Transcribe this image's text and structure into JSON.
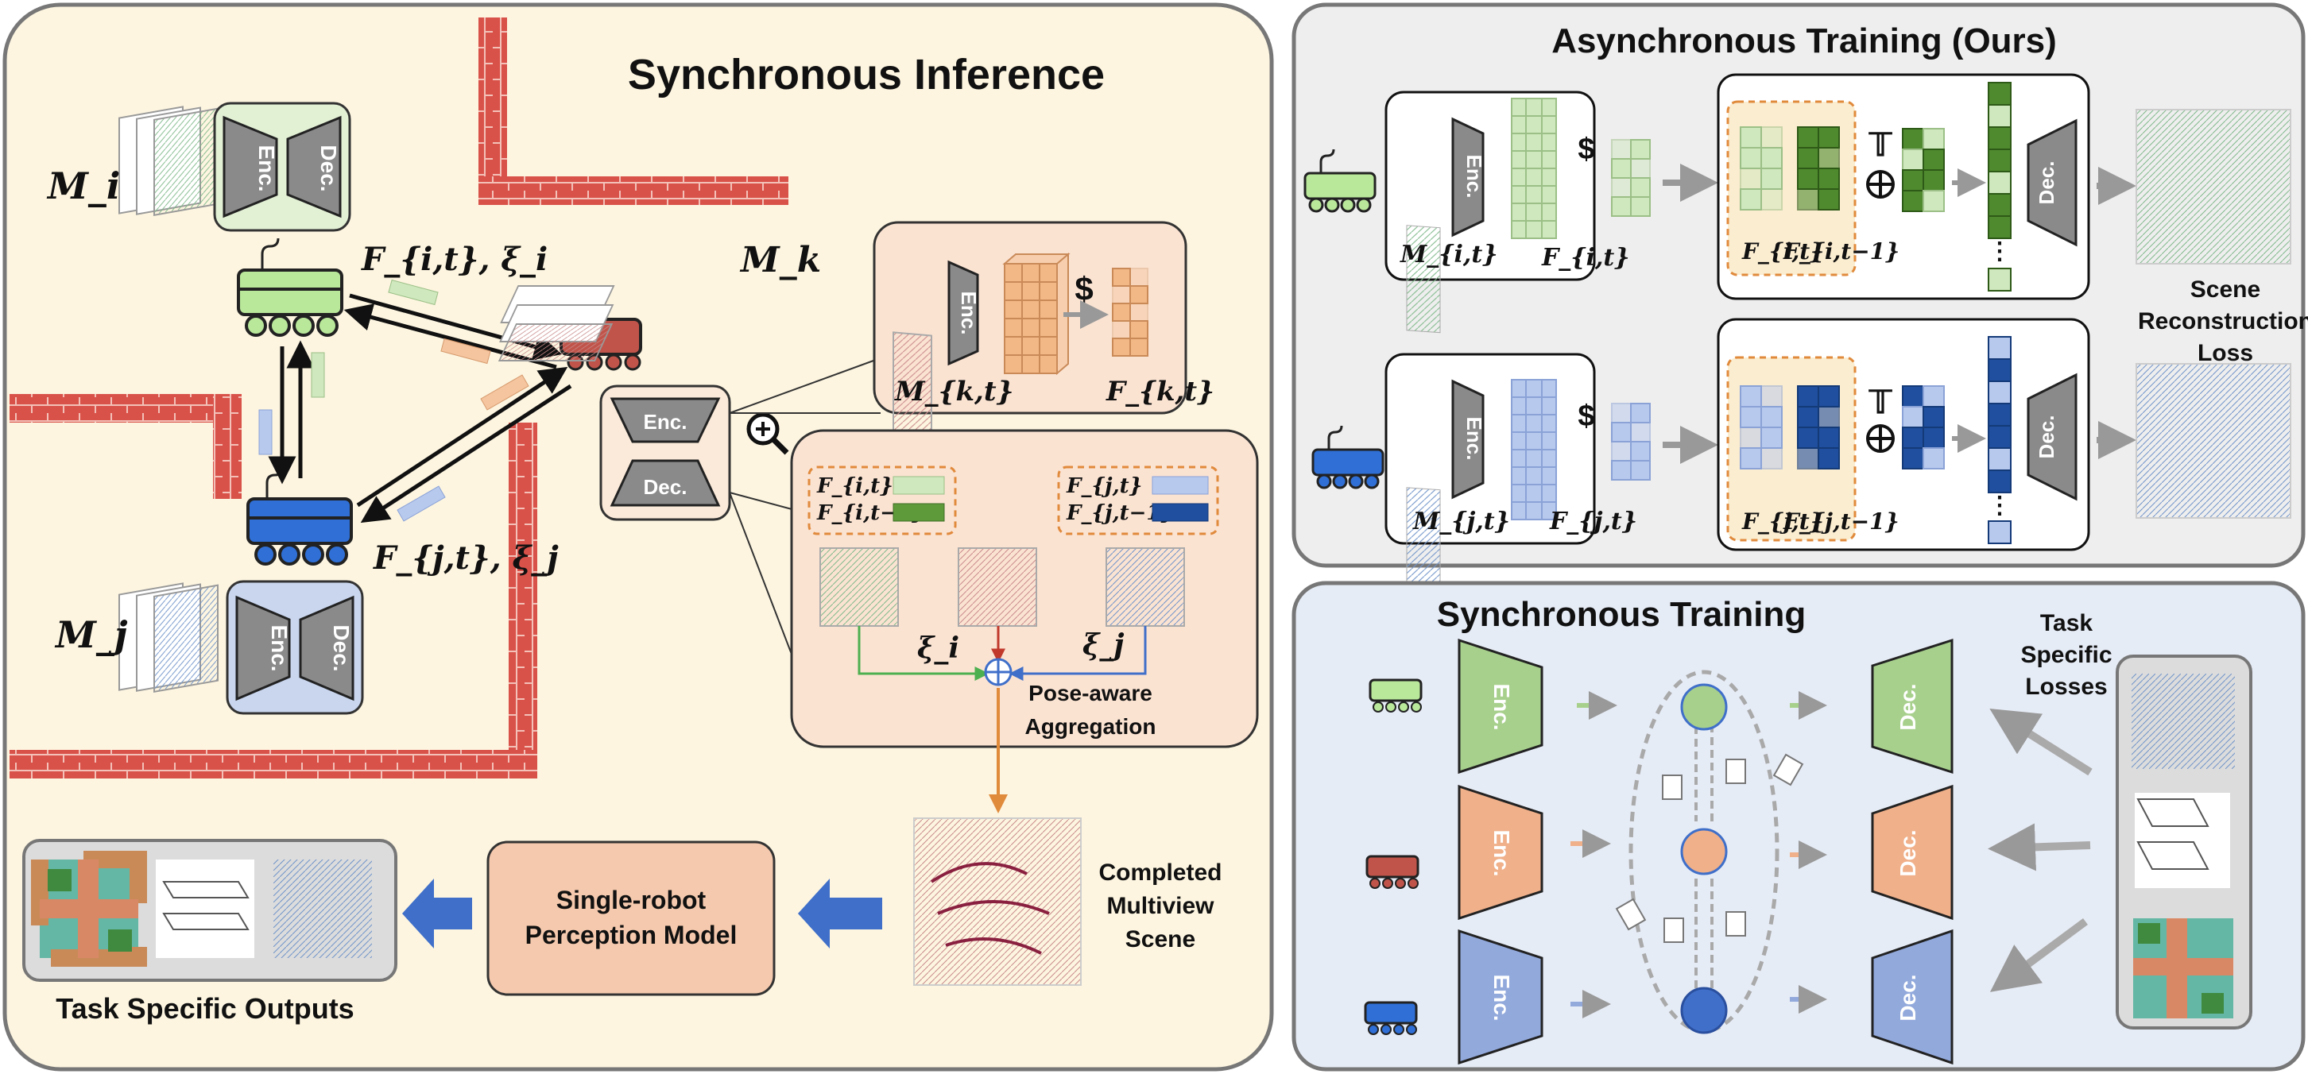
{
  "panels": {
    "sync_inference": {
      "title": "Synchronous Inference",
      "labels": {
        "m_i": "M_i",
        "m_j": "M_j",
        "m_k": "M_k",
        "f_i_xi": "F_{i,t}, ξ_i",
        "f_j_xj": "F_{j,t}, ξ_j",
        "m_kt": "M_{k,t}",
        "f_kt": "F_{k,t}",
        "dollar": "$",
        "feat_i_t": "F_{i,t}",
        "feat_i_t1": "F_{i,t−1}",
        "feat_j_t": "F_{j,t}",
        "feat_j_t1": "F_{j,t−1}",
        "xi_i": "ξ_i",
        "xi_j": "ξ_j",
        "pose_aware_1": "Pose-aware",
        "pose_aware_2": "Aggregation",
        "completed_1": "Completed",
        "completed_2": "Multiview",
        "completed_3": "Scene",
        "single_robot_1": "Single-robot",
        "single_robot_2": "Perception Model",
        "task_outputs": "Task Specific Outputs"
      }
    },
    "async_training": {
      "title": "Asynchronous Training (Ours)",
      "labels": {
        "m_it": "M_{i,t}",
        "f_it": "F_{i,t}",
        "f_it_a": "F_{i,t}",
        "f_it1_a": "F_{i,t−1}",
        "m_jt": "M_{j,t}",
        "f_jt": "F_{j,t}",
        "f_jt_a": "F_{j,t}",
        "f_jt1_a": "F_{j,t−1}",
        "dollar": "$",
        "tconcat": "𝕋",
        "scene_1": "Scene",
        "scene_2": "Reconstruction",
        "scene_3": "Loss"
      }
    },
    "sync_training": {
      "title": "Synchronous Training",
      "labels": {
        "task_1": "Task",
        "task_2": "Specific",
        "task_3": "Losses"
      }
    }
  },
  "common": {
    "enc": "Enc.",
    "dec": "Dec.",
    "dots": "⋮"
  },
  "colors": {
    "robot_green": "#b9e89a",
    "robot_red": "#c0544a",
    "robot_blue": "#2f6fd6",
    "inference_bg": "#fdf5e0",
    "async_bg": "#eeeeee",
    "sync_bg": "#e6ecf6",
    "enc_gray": "#8a8a8a",
    "enc_green": "#a8d08d",
    "enc_orange": "#f0b08a",
    "enc_blue": "#92a9dc",
    "brick": "#d9524a",
    "arrow_blue": "#3f6fc9"
  },
  "icons": [
    "robot-icon",
    "magnifier-icon",
    "plus-circle-icon",
    "ground-truth-icon"
  ]
}
